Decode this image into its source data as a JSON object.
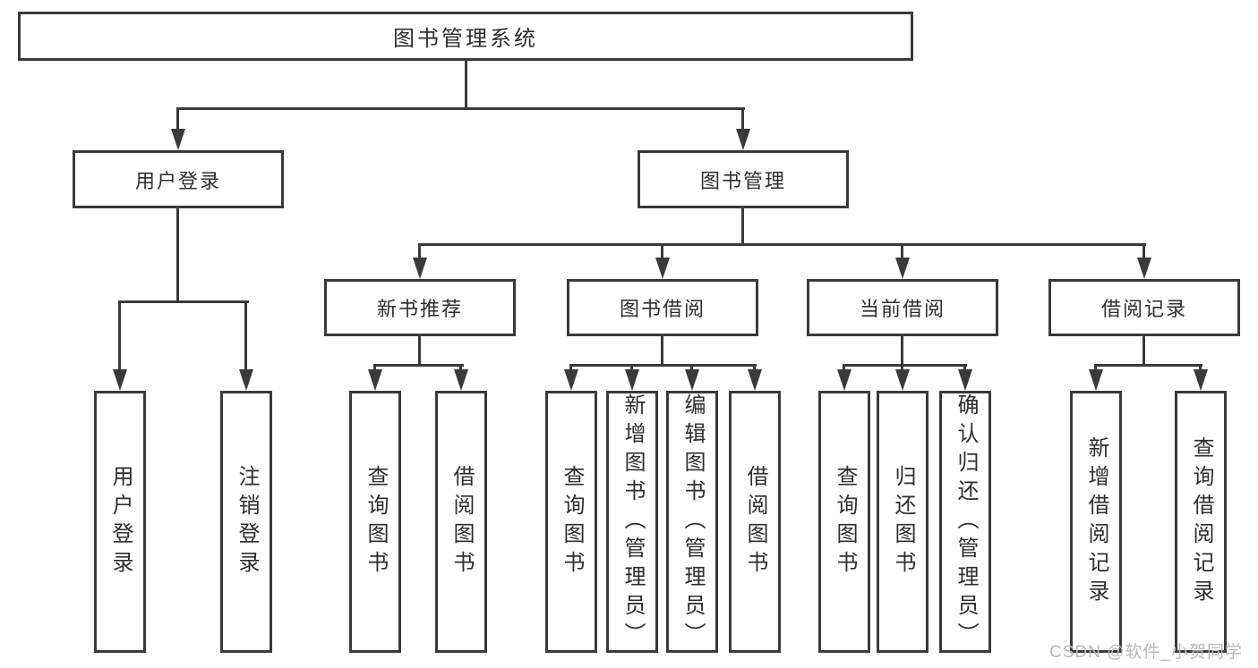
{
  "diagram": {
    "title": "图书管理系统",
    "type": "hierarchy-tree",
    "nodes": [
      {
        "id": "root",
        "label": "图书管理系统",
        "level": 1,
        "parent": null,
        "orientation": "h"
      },
      {
        "id": "user-login",
        "label": "用户登录",
        "level": 2,
        "parent": "root",
        "orientation": "h"
      },
      {
        "id": "book-mgmt",
        "label": "图书管理",
        "level": 2,
        "parent": "root",
        "orientation": "h"
      },
      {
        "id": "new-book-rec",
        "label": "新书推荐",
        "level": 3,
        "parent": "book-mgmt",
        "orientation": "h"
      },
      {
        "id": "book-borrow",
        "label": "图书借阅",
        "level": 3,
        "parent": "book-mgmt",
        "orientation": "h"
      },
      {
        "id": "current-borrow",
        "label": "当前借阅",
        "level": 3,
        "parent": "book-mgmt",
        "orientation": "h"
      },
      {
        "id": "borrow-records",
        "label": "借阅记录",
        "level": 3,
        "parent": "book-mgmt",
        "orientation": "h"
      },
      {
        "id": "v-user-login",
        "label": "用户登录",
        "level": 4,
        "parent": "user-login",
        "orientation": "v"
      },
      {
        "id": "v-logout",
        "label": "注销登录",
        "level": 4,
        "parent": "user-login",
        "orientation": "v"
      },
      {
        "id": "v-query-book-1",
        "label": "查询图书",
        "level": 4,
        "parent": "new-book-rec",
        "orientation": "v"
      },
      {
        "id": "v-borrow-book-1",
        "label": "借阅图书",
        "level": 4,
        "parent": "new-book-rec",
        "orientation": "v"
      },
      {
        "id": "v-query-book-2",
        "label": "查询图书",
        "level": 4,
        "parent": "book-borrow",
        "orientation": "v"
      },
      {
        "id": "v-add-book",
        "label": "新增图书（管理员）",
        "level": 4,
        "parent": "book-borrow",
        "orientation": "v"
      },
      {
        "id": "v-edit-book",
        "label": "编辑图书（管理员）",
        "level": 4,
        "parent": "book-borrow",
        "orientation": "v"
      },
      {
        "id": "v-borrow-book-2",
        "label": "借阅图书",
        "level": 4,
        "parent": "book-borrow",
        "orientation": "v"
      },
      {
        "id": "v-query-book-3",
        "label": "查询图书",
        "level": 4,
        "parent": "current-borrow",
        "orientation": "v"
      },
      {
        "id": "v-return-book",
        "label": "归还图书",
        "level": 4,
        "parent": "current-borrow",
        "orientation": "v"
      },
      {
        "id": "v-confirm-return",
        "label": "确认归还（管理员）",
        "level": 4,
        "parent": "current-borrow",
        "orientation": "v"
      },
      {
        "id": "v-add-borrow-record",
        "label": "新增借阅记录",
        "level": 4,
        "parent": "borrow-records",
        "orientation": "v"
      },
      {
        "id": "v-query-borrow-record",
        "label": "查询借阅记录",
        "level": 4,
        "parent": "borrow-records",
        "orientation": "v"
      }
    ]
  },
  "watermark": {
    "text": "CSDN @软件_小贺同学"
  },
  "colors": {
    "line": "#3a3a3a",
    "box_border": "#3a3a3a",
    "text": "#2e2e2e",
    "background": "#ffffff",
    "watermark": "#b9b9b9"
  }
}
